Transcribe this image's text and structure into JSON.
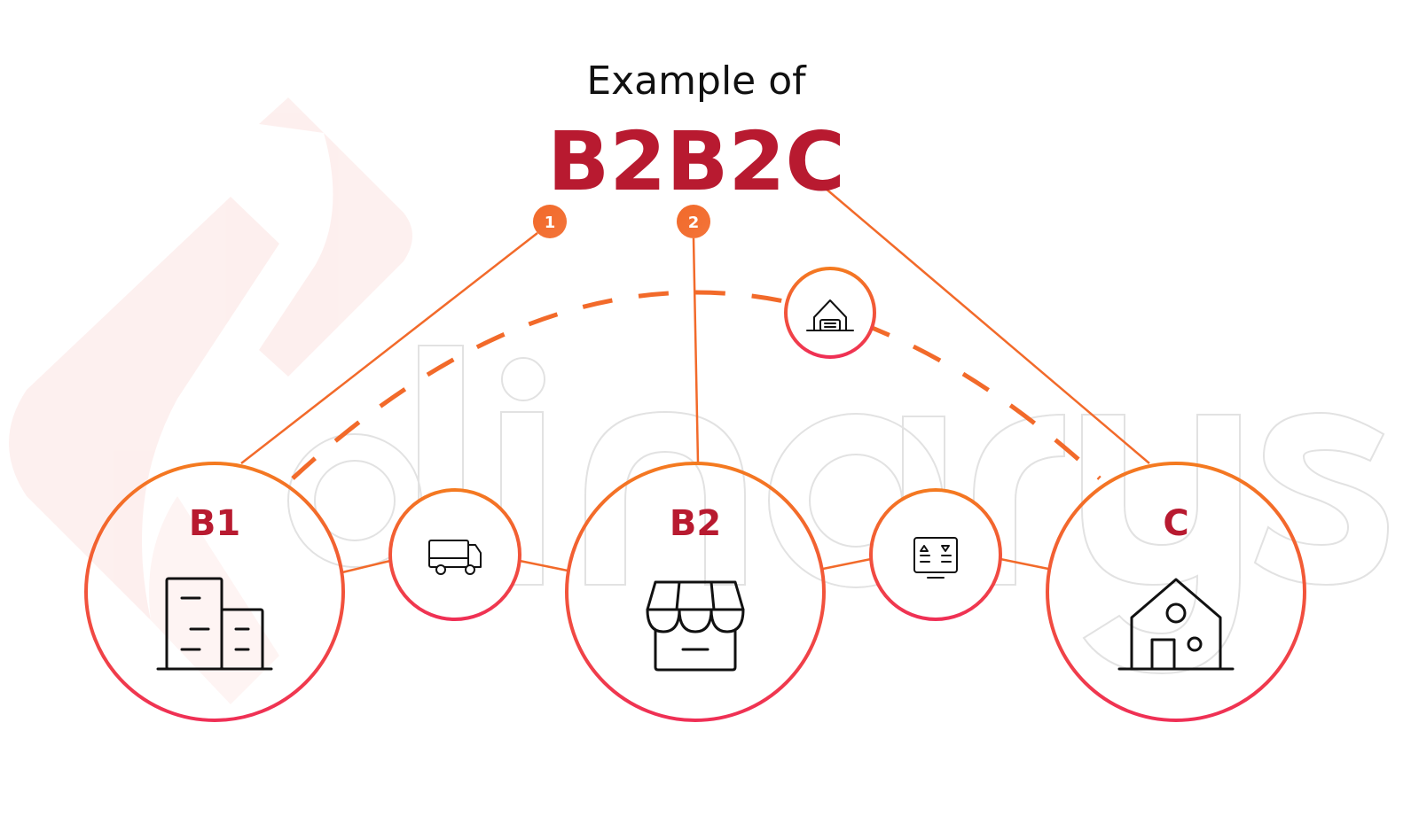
{
  "title": {
    "subtitle": "Example of",
    "main": "B2B2C"
  },
  "watermark": "dinarys",
  "badges": [
    "1",
    "2"
  ],
  "nodes": {
    "b1": "B1",
    "b2": "B2",
    "c": "C"
  },
  "icons": {
    "b1": "office-buildings-icon",
    "b2": "storefront-icon",
    "c": "house-icon",
    "logistics": "delivery-truck-icon",
    "warehouse": "warehouse-icon",
    "marketplace": "monitor-listing-icon"
  },
  "colors": {
    "accent": "#b81a30",
    "ring_top": "#f47a20",
    "ring_bottom": "#ef2f55",
    "line": "#f26a2a"
  }
}
